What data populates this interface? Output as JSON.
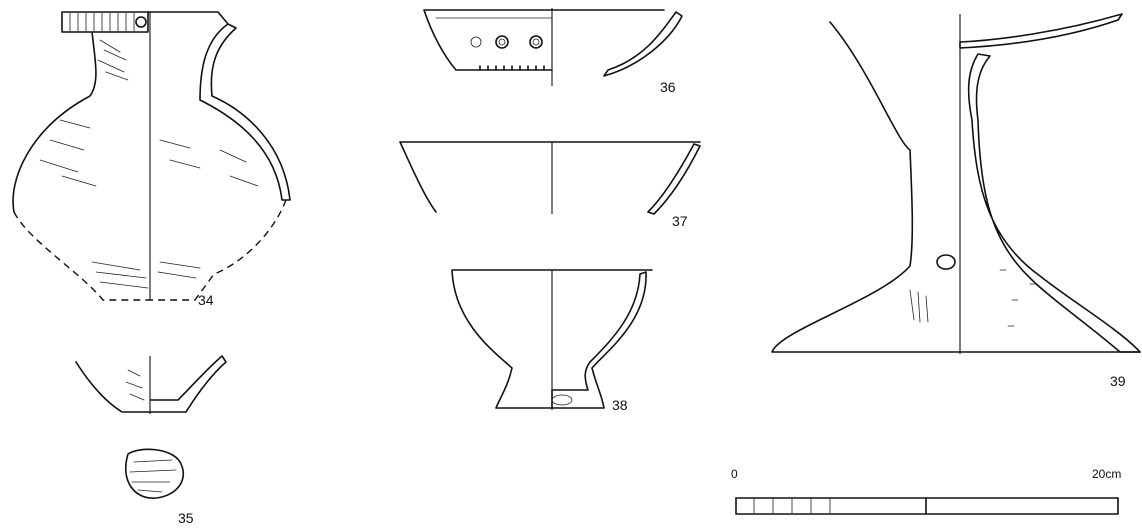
{
  "figure": {
    "labels": {
      "n34": "34",
      "n35": "35",
      "n36": "36",
      "n37": "37",
      "n38": "38",
      "n39": "39"
    },
    "scale": {
      "start_label": "0",
      "end_label": "20cm"
    }
  }
}
